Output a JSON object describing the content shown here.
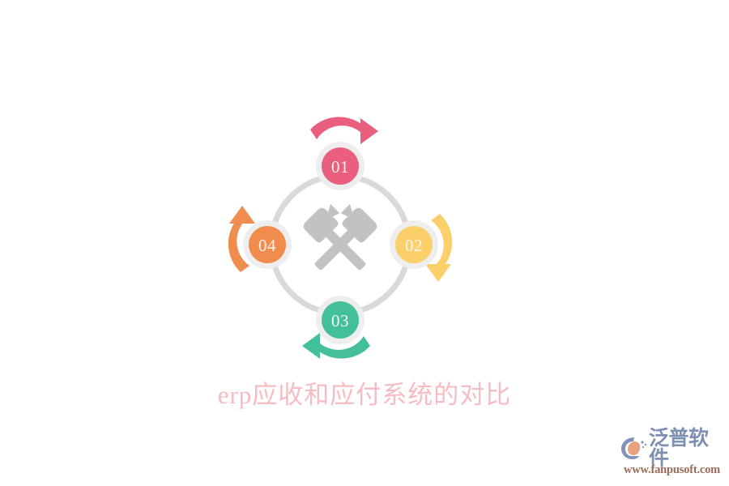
{
  "page": {
    "background_color": "#ffffff",
    "title": "erp应收和应付系统的对比",
    "title_color": "#f6bcc2"
  },
  "diagram": {
    "type": "cycle-diagram",
    "center_icon": "crossed-hammers-icon",
    "center_icon_color": "#c2c2c2",
    "ring_color": "#d9d9d9",
    "nodes": [
      {
        "id": "01",
        "label": "01",
        "position": "top",
        "color": "#ea5f7e",
        "halo_color": "#eeeeee",
        "arrow": {
          "name": "arrow-top",
          "color": "#ea5f7e",
          "direction": "clockwise-right"
        }
      },
      {
        "id": "02",
        "label": "02",
        "position": "right",
        "color": "#fbcf69",
        "halo_color": "#eeeeee",
        "arrow": {
          "name": "arrow-right",
          "color": "#fbcf69",
          "direction": "clockwise-down"
        }
      },
      {
        "id": "03",
        "label": "03",
        "position": "bottom",
        "color": "#44bf9b",
        "halo_color": "#eeeeee",
        "arrow": {
          "name": "arrow-bottom",
          "color": "#44bf9b",
          "direction": "clockwise-left"
        }
      },
      {
        "id": "04",
        "label": "04",
        "position": "left",
        "color": "#f08c4e",
        "halo_color": "#eeeeee",
        "arrow": {
          "name": "arrow-left",
          "color": "#f08c4e",
          "direction": "clockwise-up"
        }
      }
    ]
  },
  "watermark": {
    "brand": "泛普软件",
    "brand_color": "#7e8fb4",
    "url": "www.fanpusoft.com",
    "url_color": "#9a6a58",
    "mark_icon": "fanpu-logo-icon"
  }
}
